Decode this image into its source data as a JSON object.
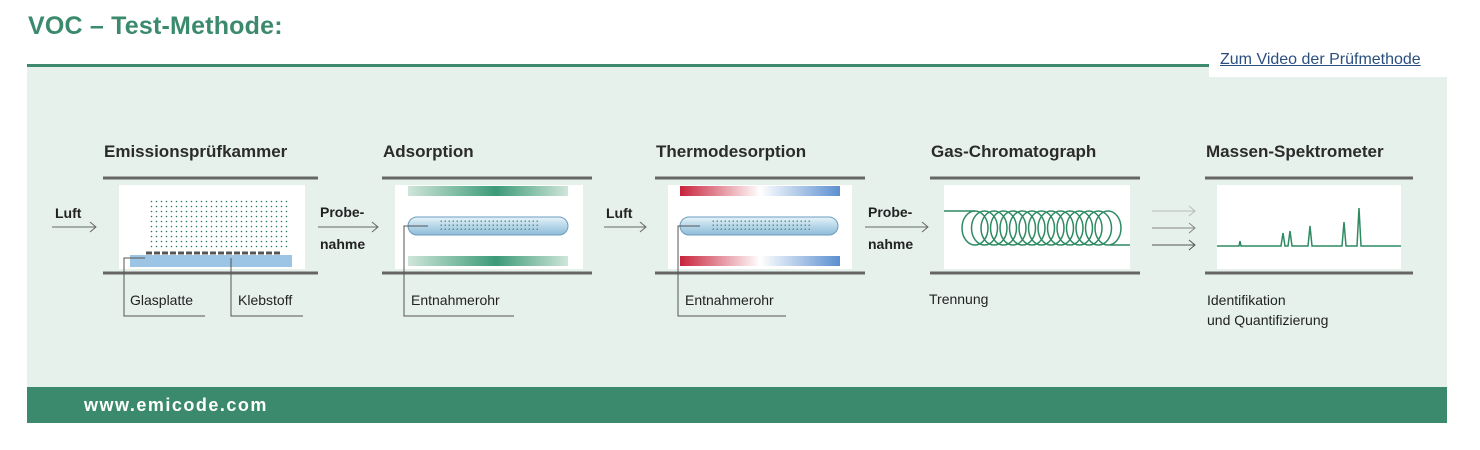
{
  "header": {
    "title": "VOC – Test-Methode:",
    "video_link": "Zum Video der Prüfmethode"
  },
  "stages": [
    {
      "title": "Emissionsprüfkammer"
    },
    {
      "title": "Adsorption"
    },
    {
      "title": "Thermodesorption"
    },
    {
      "title": "Gas-Chromatograph"
    },
    {
      "title": "Massen-Spektrometer"
    }
  ],
  "flow_labels": {
    "luft_1": "Luft",
    "probenahme_1_line1": "Probe-",
    "probenahme_1_line2": "nahme",
    "luft_2": "Luft",
    "probenahme_2_line1": "Probe-",
    "probenahme_2_line2": "nahme"
  },
  "callouts": {
    "glasplatte": "Glasplatte",
    "klebstoff": "Klebstoff",
    "entnahmerohr_1": "Entnahmerohr",
    "entnahmerohr_2": "Entnahmerohr",
    "trennung": "Trennung",
    "identifikation_line1": "Identifikation",
    "identifikation_line2": "und Quantifizierung"
  },
  "footer": {
    "url": "www.emicode.com"
  },
  "colors": {
    "brand_green": "#3c8a6e",
    "panel_bg": "#e6f1ec",
    "link_blue": "#2a4f7f",
    "heat_red": "#c8233b",
    "cool_blue": "#5b8fd0",
    "tube_blue": "#a9cde3"
  }
}
